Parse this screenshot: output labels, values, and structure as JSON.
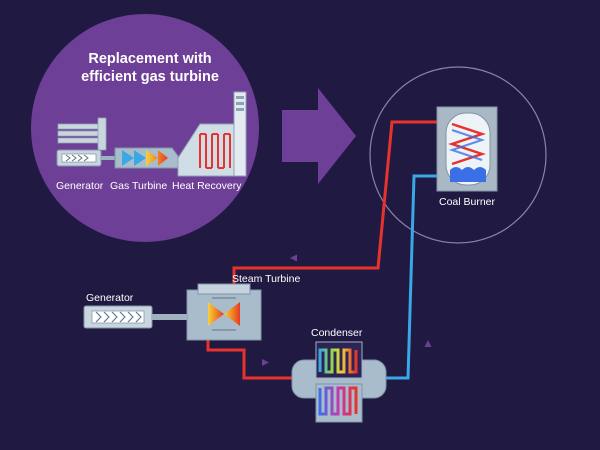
{
  "colors": {
    "background": "#201a42",
    "circle_fill": "#6e3f96",
    "arrow": "#6d3f96",
    "hot_pipe": "#e8322d",
    "cold_pipe": "#3aa7e6",
    "equipment": "#a9bccb"
  },
  "upgrade_panel": {
    "title_line1": "Replacement with",
    "title_line2": "efficient gas turbine",
    "generator_label": "Generator",
    "gas_turbine_label": "Gas Turbine",
    "heat_recovery_label": "Heat Recovery"
  },
  "boiler": {
    "label": "Coal Burner"
  },
  "plant": {
    "steam_turbine_label": "Steam Turbine",
    "generator_label": "Generator",
    "condenser_label": "Condenser"
  }
}
